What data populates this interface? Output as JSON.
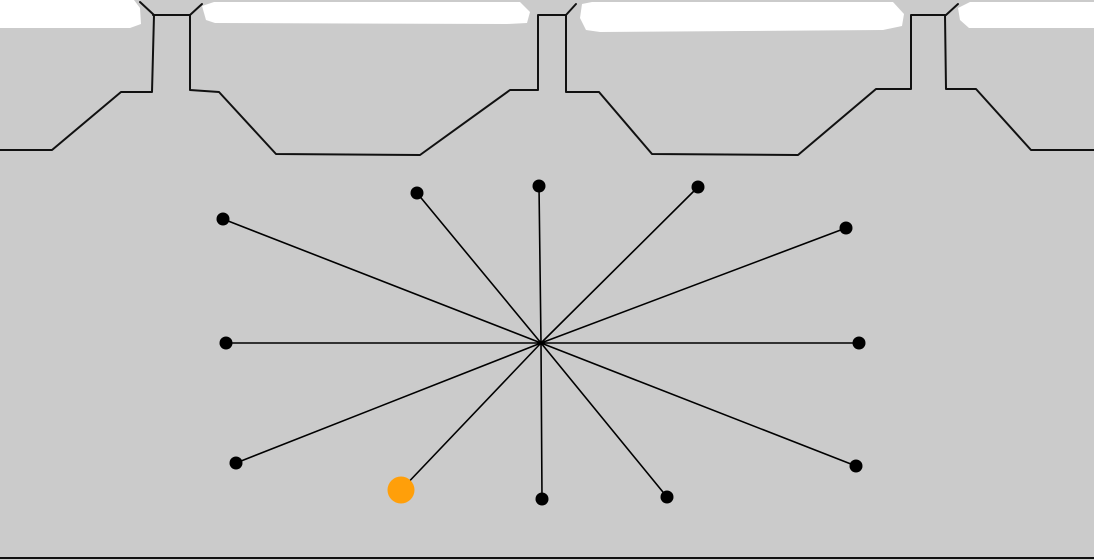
{
  "game": {
    "background_color": "#cbcbcb",
    "outline_color": "#111111",
    "snow_color": "#ffffff",
    "node_color": "#000000",
    "selected_node_color": "#ff9f0a"
  },
  "hub": {
    "name": "center-hub"
  },
  "nodes": [
    {
      "name": "node-top-left-far",
      "selected": false
    },
    {
      "name": "node-top-left",
      "selected": false
    },
    {
      "name": "node-top",
      "selected": false
    },
    {
      "name": "node-top-right",
      "selected": false
    },
    {
      "name": "node-top-right-far",
      "selected": false
    },
    {
      "name": "node-right",
      "selected": false
    },
    {
      "name": "node-bottom-right-far",
      "selected": false
    },
    {
      "name": "node-bottom-right",
      "selected": false
    },
    {
      "name": "node-bottom",
      "selected": false
    },
    {
      "name": "node-bottom-left",
      "selected": true
    },
    {
      "name": "node-bottom-left-far",
      "selected": false
    },
    {
      "name": "node-left",
      "selected": false
    }
  ]
}
